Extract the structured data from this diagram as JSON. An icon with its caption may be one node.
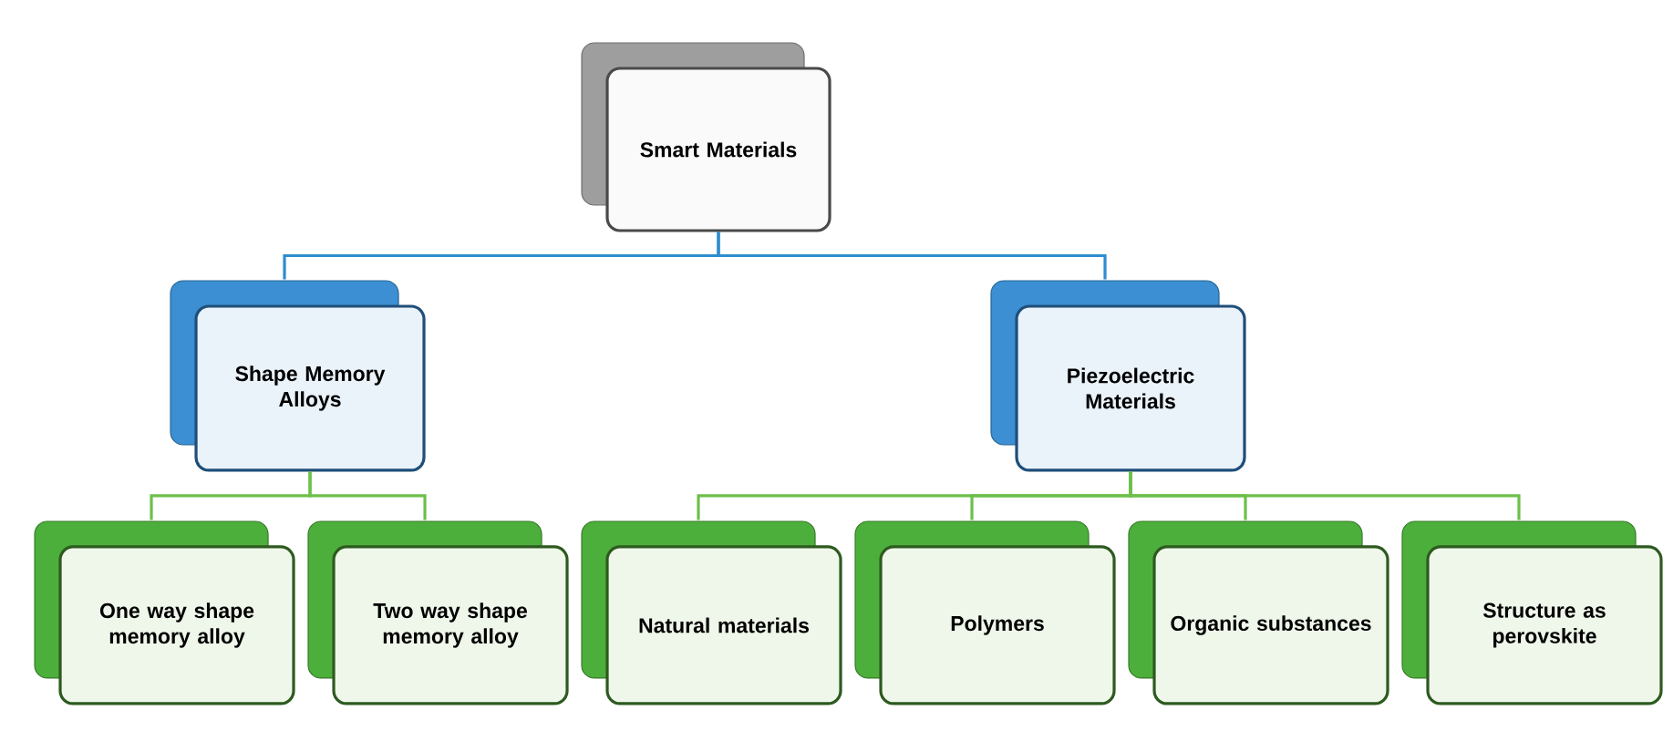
{
  "diagram": {
    "nodes": [
      {
        "text": [
          "Smart Materials"
        ]
      },
      {
        "text": [
          "Shape Memory Alloys"
        ]
      },
      {
        "text": [
          "Piezoelectric Materials"
        ]
      },
      {
        "text": [
          "One way shape memory alloy"
        ]
      },
      {
        "text": [
          "Two way shape memory alloy"
        ]
      },
      {
        "text": [
          "Natural materials"
        ]
      },
      {
        "text": [
          "Polymers"
        ]
      },
      {
        "text": [
          "Organic substances"
        ]
      },
      {
        "text": [
          "Structure as perovskite"
        ]
      }
    ],
    "edges": [
      {
        "from": 0,
        "to": 1,
        "arrow": "none",
        "color": "#2e8ccf"
      },
      {
        "from": 0,
        "to": 2,
        "arrow": "none",
        "color": "#2e8ccf"
      },
      {
        "from": 1,
        "to": 3,
        "arrow": "none"
      },
      {
        "from": 1,
        "to": 4,
        "arrow": "none"
      },
      {
        "from": 2,
        "to": 5,
        "arrow": "none"
      },
      {
        "from": 2,
        "to": 6,
        "arrow": "none"
      },
      {
        "from": 2,
        "to": 7,
        "arrow": "none"
      },
      {
        "from": 2,
        "to": 8,
        "arrow": "none"
      }
    ]
  }
}
